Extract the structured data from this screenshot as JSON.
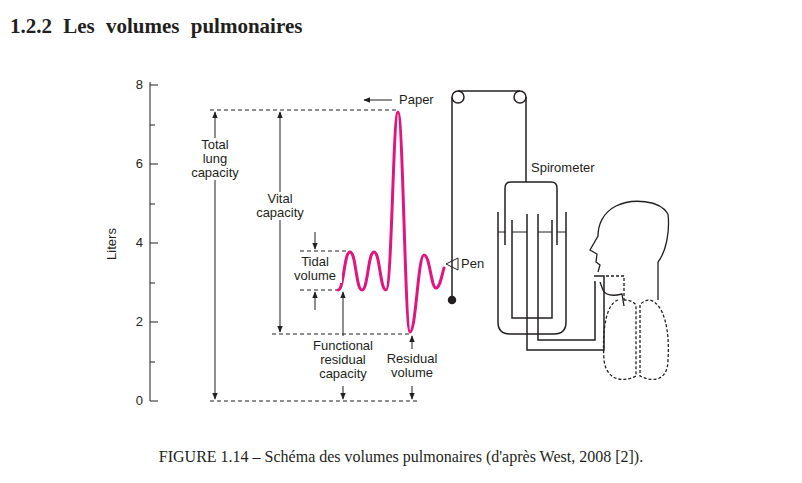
{
  "diagram": {
    "title": "1.2.2 Les volumes pulmonaires",
    "caption": "FIGURE 1.14 – Schéma des volumes pulmonaires (d'après West, 2008 [2]).",
    "labels": [
      "8",
      "6",
      "4",
      "2",
      "0",
      "Liters",
      "Paper",
      "Total lung capacity",
      "Vital capacity",
      "Tidal volume",
      "Pen",
      "Spirometer",
      "Functional residual capacity",
      "Residual volume"
    ]
  }
}
